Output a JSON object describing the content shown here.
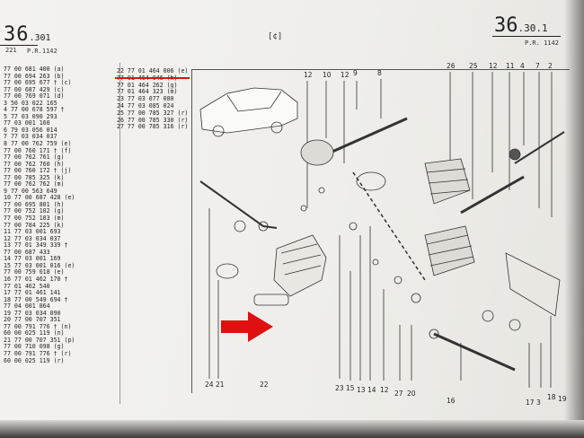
{
  "header": {
    "left_code": "36",
    "left_sub": ".301",
    "left_pr": "P.R.1142",
    "left_small": "221",
    "center_icon": "[¢]",
    "right_code": "36",
    "right_sub": ".30.1",
    "right_pr": "P.R. 1142"
  },
  "left_list": [
    "77 00 681 400 (a)",
    "77 00 694 263 (b)",
    "77 00 695 677 † (c)",
    "77 00 687 429 (c)",
    "77 00 769 071 (d)",
    "3 50 03 022 165",
    "4 77 00 678 597 †",
    "5 77 03 090 293",
    "77 03 001 160",
    "6 79 03 056 014",
    "7 77 03 034 037",
    "8 77 00 762 759 (e)",
    "77 00 760 171 † (f)",
    "77 00 762 761 (g)",
    "77 00 762 760 (h)",
    "77 00 760 172 † (j)",
    "77 00 785 325 (k)",
    "77 00 762 762 (m)",
    "9 77 00 563 649",
    "10 77 00 687 428 (e)",
    "77 00 695 801 (h)",
    "77 00 752 102 (g)",
    "77 00 752 103 (m)",
    "77 00 784 225 (k)",
    "11 77 03 001 693",
    "12 77 03 034 037",
    "13 77 01 349 339 †",
    "77 00 687 433",
    "14 77 03 001 169",
    "15 77 03 001 016 (e)",
    "77 00 759 018 (e)",
    "16 77 01 462 170 †",
    "77 01 462 540",
    "17 77 01 461 141",
    "18 77 00 549 694 †",
    "77 04 001 864",
    "19 77 03 034 090",
    "20 77 00 707 351",
    "77 00 791 776 † (n)",
    "60 00 025 119 (n)",
    "21 77 00 707 351 (p)",
    "77 00 710 098 (g)",
    "77 00 791 776 † (r)",
    "60 00 025 119 (r)"
  ],
  "right_list": [
    "22 77 01 464 006 (e)",
    "77 01 464 046 (h)",
    "77 01 464 262 (g)",
    "77 01 464 323 (m)",
    "23 77 03 077 080",
    "24 77 03 085 024",
    "25 77 00 785 327 (r)",
    "26 77 00 785 330 (r)",
    "27 77 00 785 316 (r)"
  ],
  "callouts_top": [
    "12",
    "10",
    "12",
    "9",
    "8",
    "26",
    "25",
    "12",
    "11",
    "4",
    "7",
    "2"
  ],
  "callouts_bottom": [
    "24",
    "21",
    "22",
    "23",
    "15",
    "13",
    "14",
    "12",
    "27",
    "20",
    "16",
    "17",
    "3",
    "18",
    "19"
  ],
  "colors": {
    "highlight": "#e01010",
    "ink": "#222222",
    "paper": "#f1f0ec"
  }
}
